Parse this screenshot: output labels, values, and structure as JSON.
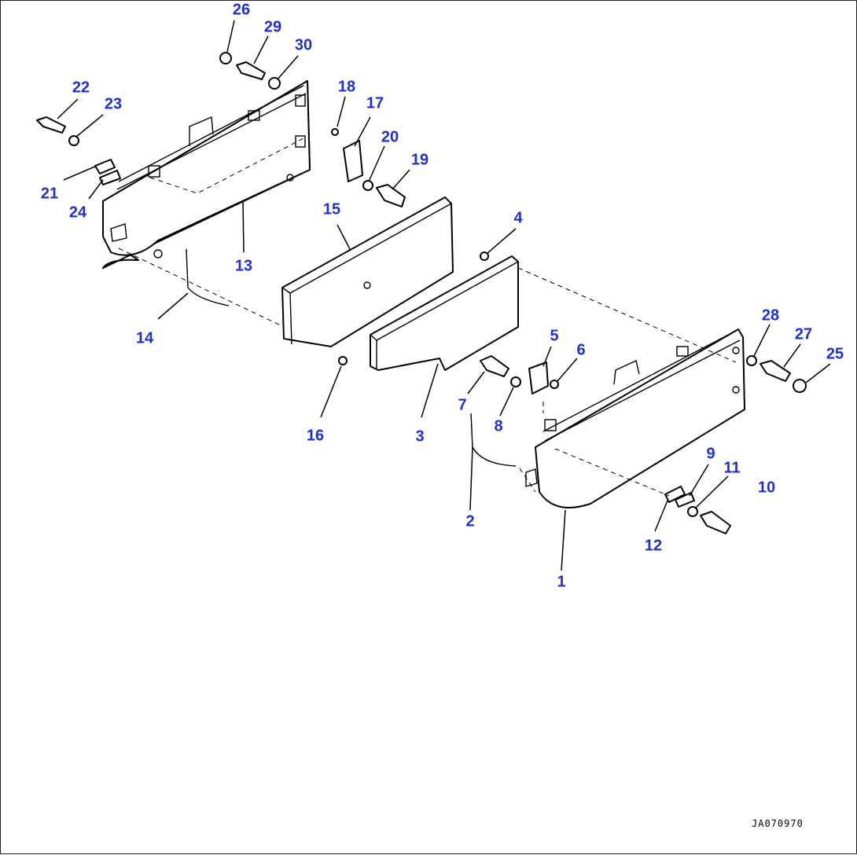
{
  "callouts": [
    {
      "label": "1"
    },
    {
      "label": "2"
    },
    {
      "label": "3"
    },
    {
      "label": "4"
    },
    {
      "label": "5"
    },
    {
      "label": "6"
    },
    {
      "label": "7"
    },
    {
      "label": "8"
    },
    {
      "label": "9"
    },
    {
      "label": "10"
    },
    {
      "label": "11"
    },
    {
      "label": "12"
    },
    {
      "label": "13"
    },
    {
      "label": "14"
    },
    {
      "label": "15"
    },
    {
      "label": "16"
    },
    {
      "label": "17"
    },
    {
      "label": "18"
    },
    {
      "label": "19"
    },
    {
      "label": "20"
    },
    {
      "label": "21"
    },
    {
      "label": "22"
    },
    {
      "label": "23"
    },
    {
      "label": "24"
    },
    {
      "label": "25"
    },
    {
      "label": "26"
    },
    {
      "label": "27"
    },
    {
      "label": "28"
    },
    {
      "label": "29"
    },
    {
      "label": "30"
    }
  ],
  "drawing_code": "JA070970",
  "colors": {
    "callout": "#1f2fd0",
    "line": "#000000",
    "background": "#ffffff"
  }
}
